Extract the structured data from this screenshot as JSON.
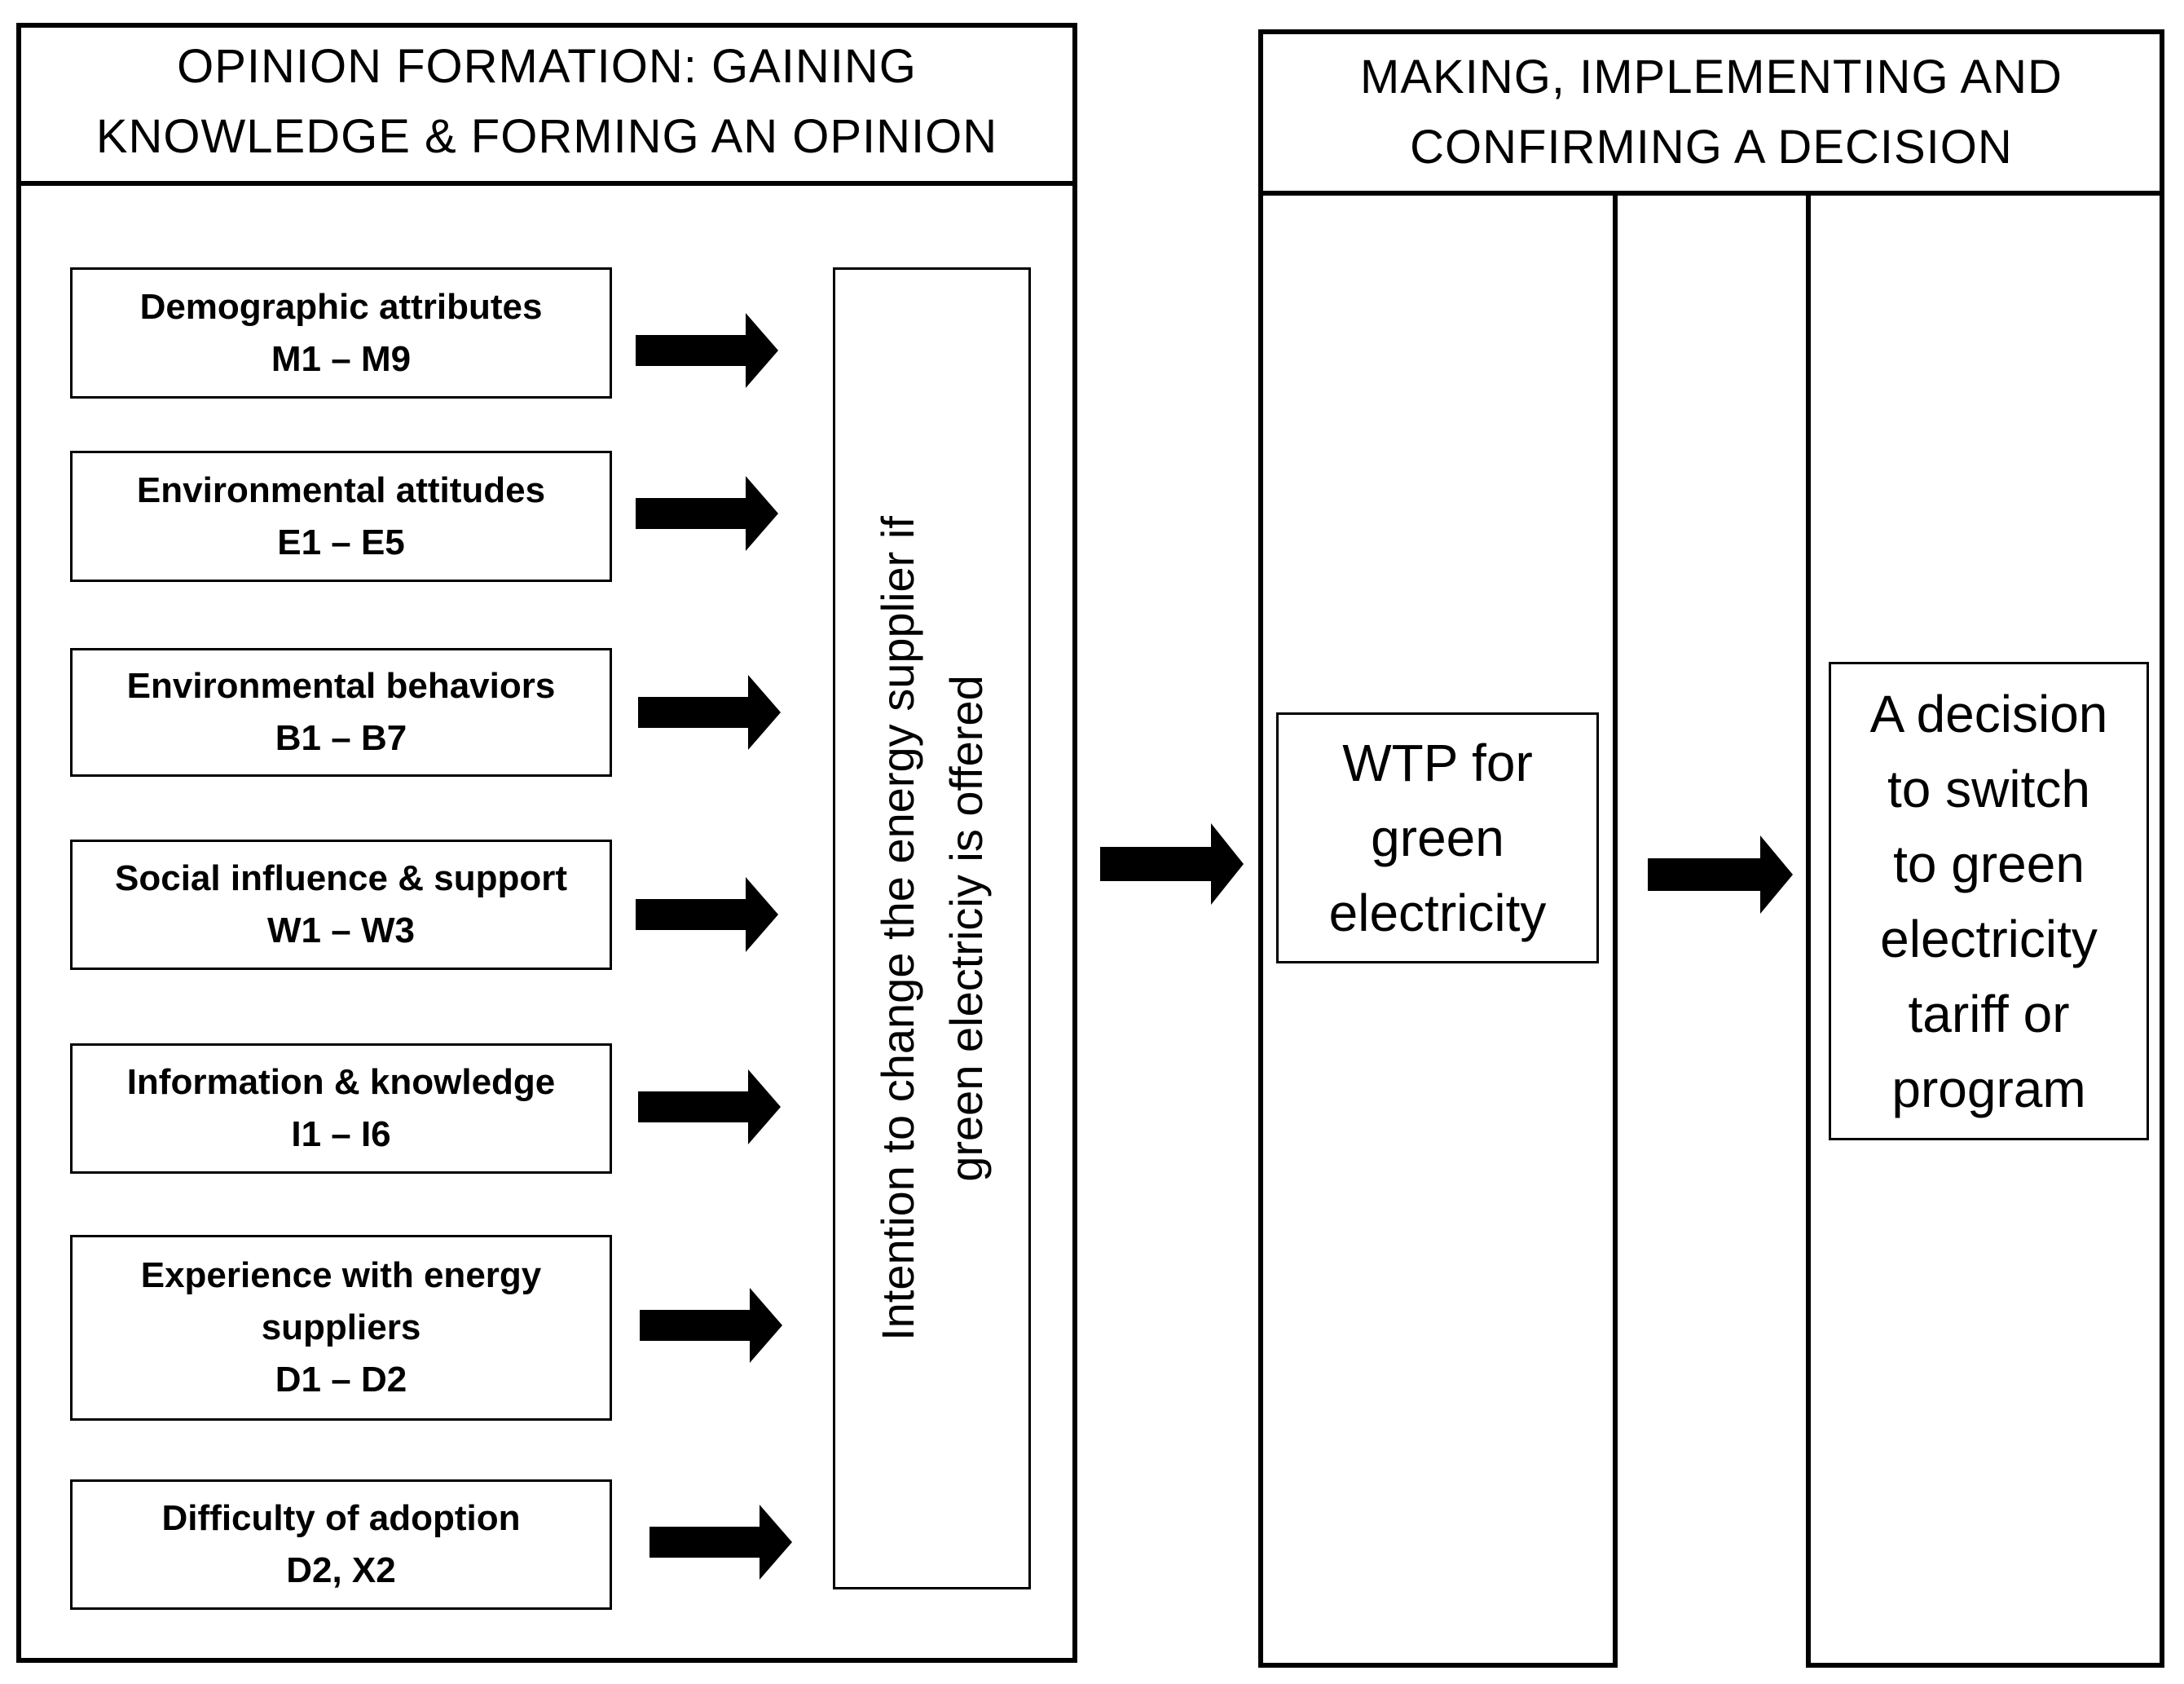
{
  "opinion_panel": {
    "title_lines": [
      "OPINION FORMATION: GAINING",
      "KNOWLEDGE & FORMING AN OPINION"
    ],
    "factors": [
      {
        "lines": [
          "Demographic attributes",
          "M1 – M9"
        ]
      },
      {
        "lines": [
          "Environmental attitudes",
          "E1 – E5"
        ]
      },
      {
        "lines": [
          "Environmental behaviors",
          "B1 – B7"
        ]
      },
      {
        "lines": [
          "Social influence & support",
          "W1 – W3"
        ]
      },
      {
        "lines": [
          "Information & knowledge",
          "I1 – I6"
        ]
      },
      {
        "lines": [
          "Experience with energy",
          "suppliers",
          "D1 – D2"
        ]
      },
      {
        "lines": [
          "Difficulty of adoption",
          "D2, X2"
        ]
      }
    ],
    "intention_lines": [
      "Intention to change the energy supplier if",
      "green electriciy is offered"
    ]
  },
  "decision_panel": {
    "title_lines": [
      "MAKING, IMPLEMENTING AND",
      "CONFIRMING A DECISION"
    ],
    "wtp_lines": [
      "WTP for",
      "green",
      "electricity"
    ],
    "decision_lines": [
      "A decision",
      "to switch",
      "to green",
      "electricity",
      "tariff or",
      "program"
    ]
  }
}
